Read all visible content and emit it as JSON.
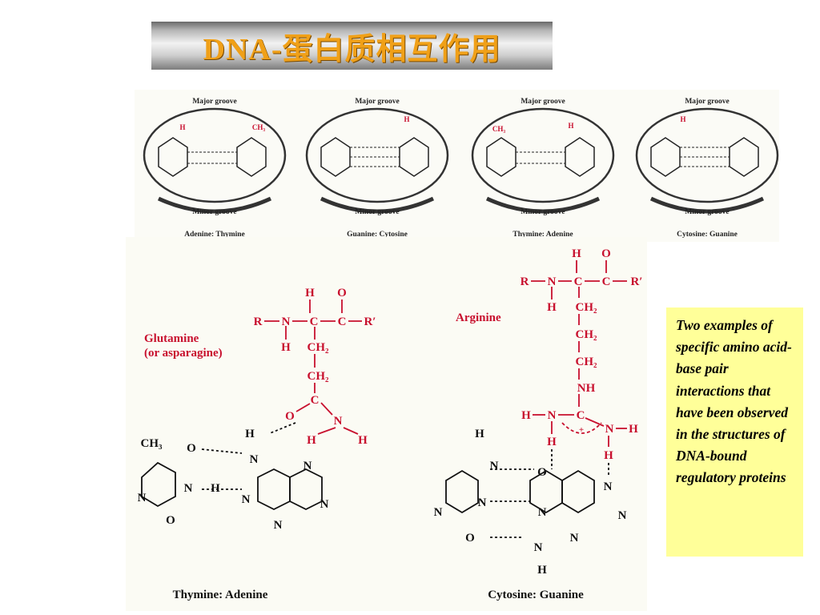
{
  "title": "DNA-蛋白质相互作用",
  "top_panel": {
    "major_groove_label": "Major groove",
    "minor_groove_label": "Minor groove",
    "pairs": [
      {
        "caption": "Adenine: Thymine"
      },
      {
        "caption": "Guanine: Cytosine"
      },
      {
        "caption": "Thymine: Adenine"
      },
      {
        "caption": "Cytosine: Guanine"
      }
    ]
  },
  "bottom_panel": {
    "glutamine_label_line1": "Glutamine",
    "glutamine_label_line2": "(or asparagine)",
    "arginine_label": "Arginine",
    "left_caption": "Thymine: Adenine",
    "right_caption": "Cytosine: Guanine"
  },
  "caption_text": "Two examples of specific amino acid-base pair interactions that have been observed in the structures of DNA-bound regulatory proteins",
  "colors": {
    "title": "#f0a018",
    "amino_acid": "#c8102e",
    "caption_bg": "#ffff99"
  }
}
